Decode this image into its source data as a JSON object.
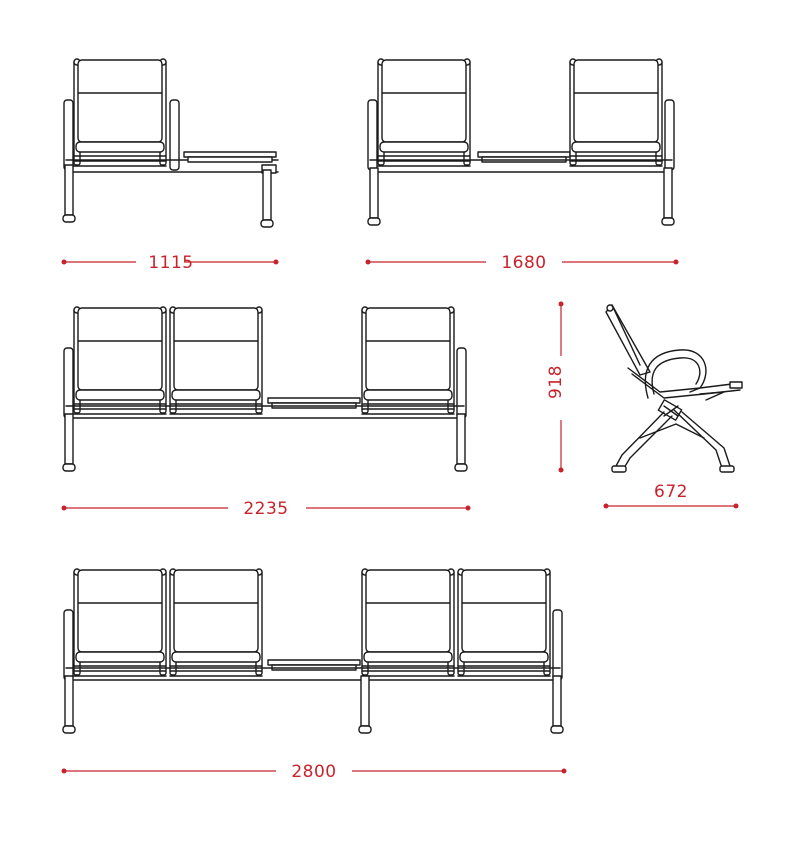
{
  "dimensions": {
    "w1115": "1115",
    "w1680": "1680",
    "w2235": "2235",
    "h918": "918",
    "d672": "672",
    "w2800": "2800"
  },
  "colors": {
    "line": "#1a1a1a",
    "dimension": "#c8232c",
    "background": "#ffffff"
  }
}
